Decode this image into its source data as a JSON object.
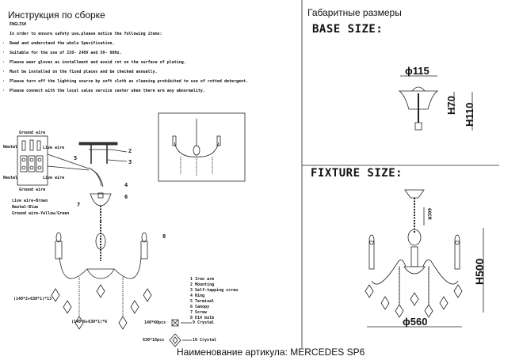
{
  "left": {
    "title": "Инструкция по сборке",
    "lang": "ENGLISH",
    "intro": "In order to ensure safety use,please notice the following items:",
    "items": [
      "Read and understand the whole Specification.",
      "Suitable for the use of 220- 240V and 50- 60Hz.",
      "Please wear gloves as installment and avoid rot on the surface of plating.",
      "Must be installed on the fixed places and be checked annually.",
      "Please turn off the lighting source by soft cloth as cleaning prohibited to use of rotted detergent.",
      "Please connect with the local sales service center when there are any abnormality."
    ],
    "wiring": {
      "ground_top": "Ground wire",
      "neutral_top": "Neutal",
      "live_top": "Live wire",
      "neutral_bottom": "Neutal",
      "live_bottom": "Live wire",
      "ground_bottom": "Ground wire",
      "legend": [
        "Live wire-Brown",
        "Neutal-Blue",
        "Ground wire-Yellow/Green"
      ]
    },
    "callouts": [
      "2",
      "3",
      "5",
      "4",
      "6",
      "7",
      "8"
    ],
    "formula_left": "(140*2+630*1)*13",
    "formula_center": "(140*6+630*1)*6",
    "parts": [
      "1 Iron arm",
      "2 Mounting",
      "3 Self-tapping screw",
      "4 Ring",
      "5 Terminal",
      "6 Canopy",
      "7 Screw",
      "8 E14 bulb"
    ],
    "crystal9_qty": "140*60pcs",
    "crystal9_label": "9 Crystal",
    "crystal10_qty": "630*18pcs",
    "crystal10_label": "10 Crystal"
  },
  "right": {
    "title": "Габаритные размеры",
    "base_title": "BASE SIZE:",
    "base_diameter": "ϕ115",
    "base_h1": "H70",
    "base_h2": "H110",
    "fixture_title": "FIXTURE SIZE:",
    "chain": "60CM",
    "fixture_height": "H500",
    "fixture_diameter": "ϕ560"
  },
  "footer": "Наименование артикула: MERCEDES SP6"
}
